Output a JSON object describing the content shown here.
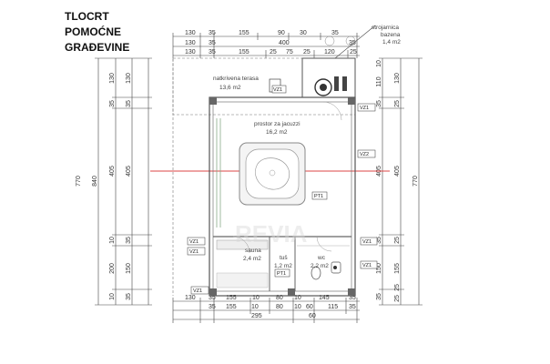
{
  "title": {
    "line1": "TLOCRT",
    "line2": "POMOĆNE",
    "line3": "GRAĐEVINE"
  },
  "rooms": {
    "terrace": {
      "name": "natkrivena terasa",
      "area": "13,6 m2"
    },
    "jacuzzi": {
      "name": "prostor za jacuzzi",
      "area": "16,2 m2"
    },
    "sauna": {
      "name": "sauna",
      "area": "2,4 m2"
    },
    "shower": {
      "name": "tuš",
      "area": "1,2 m2"
    },
    "wc": {
      "name": "wc",
      "area": "2,2 m2"
    },
    "pump_room": {
      "name1": "strojarnica",
      "name2": "bazena",
      "area": "1,4 m2"
    }
  },
  "tags": {
    "vz1_top": "VZ1",
    "vz1_roof": "VZ1",
    "vz2": "VZ2",
    "pt1": "PT1",
    "vz1_left": "VZ1",
    "vz1_bl": "VZ1",
    "vz1_mid": "VZ1",
    "pt1_shower": "PT1",
    "vz1_right": "VZ1",
    "vz1_wc": "VZ1"
  },
  "dims": {
    "top1": [
      "130",
      "35",
      "155",
      "90",
      "30",
      "35"
    ],
    "top2": [
      "130",
      "35",
      "400",
      "35"
    ],
    "top3": [
      "130",
      "35",
      "155",
      "25",
      "75",
      "25",
      "120",
      "25"
    ],
    "bot1": [
      "130",
      "35",
      "155",
      "10",
      "80",
      "10",
      "145",
      "35"
    ],
    "bot2": [
      "35",
      "155",
      "10",
      "80",
      "10",
      "60",
      "115",
      "35"
    ],
    "bot3": [
      "295",
      "60"
    ],
    "left1": [
      "130",
      "35",
      "405",
      "10",
      "200",
      "10"
    ],
    "left2": [
      "130",
      "35",
      "405",
      "35",
      "150",
      "35"
    ],
    "left3": [
      "770",
      "840"
    ],
    "right1": [
      "10",
      "110",
      "35",
      "405",
      "35",
      "150",
      "35"
    ],
    "right2": [
      "130",
      "25",
      "405",
      "25",
      "155",
      "25",
      "25"
    ],
    "right3": [
      "770"
    ]
  },
  "watermark": "REVIA"
}
